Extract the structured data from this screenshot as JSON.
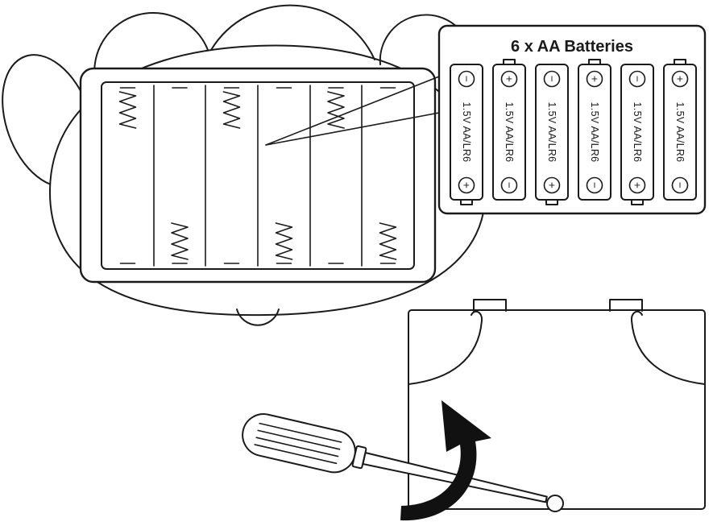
{
  "diagram": {
    "inset": {
      "title": "6 x AA Batteries",
      "batteries": [
        {
          "label": "1.5V AA/LR6",
          "top": "−",
          "bottom": "+"
        },
        {
          "label": "1.5V AA/LR6",
          "top": "+",
          "bottom": "−"
        },
        {
          "label": "1.5V AA/LR6",
          "top": "−",
          "bottom": "+"
        },
        {
          "label": "1.5V AA/LR6",
          "top": "+",
          "bottom": "−"
        },
        {
          "label": "1.5V AA/LR6",
          "top": "−",
          "bottom": "+"
        },
        {
          "label": "1.5V AA/LR6",
          "top": "+",
          "bottom": "−"
        }
      ]
    },
    "colors": {
      "line": "#1a1a1a",
      "background": "#ffffff",
      "arrow": "#111111"
    }
  }
}
